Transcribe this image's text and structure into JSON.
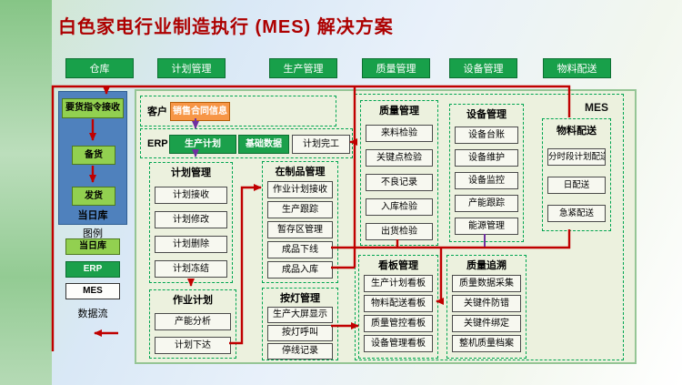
{
  "slide_title": "白色家电行业制造执行 (MES) 解决方案",
  "top_nav": [
    "仓库",
    "计划管理",
    "生产管理",
    "质量管理",
    "设备管理",
    "物料配送"
  ],
  "sidebar": {
    "steps": [
      "要货指令接收",
      "备货",
      "发货"
    ],
    "footer": "当日库"
  },
  "legend": {
    "title": "图例",
    "items": [
      "当日库",
      "ERP",
      "MES"
    ],
    "flow_label": "数据流"
  },
  "customer_lane": {
    "label": "客户",
    "box": "销售合同信息"
  },
  "erp_lane": {
    "label": "ERP",
    "boxes": [
      "生产计划",
      "基础数据",
      "计划完工"
    ]
  },
  "mes_region_label": "MES",
  "modules": {
    "plan": {
      "title": "计划管理",
      "items": [
        "计划接收",
        "计划修改",
        "计划删除",
        "计划冻结"
      ]
    },
    "job": {
      "title": "作业计划",
      "items": [
        "产能分析",
        "计划下达"
      ]
    },
    "wip": {
      "title": "在制品管理",
      "items": [
        "作业计划接收",
        "生产跟踪",
        "暂存区管理",
        "成品下线",
        "成品入库"
      ]
    },
    "andon": {
      "title": "按灯管理",
      "items": [
        "生产大屏显示",
        "按灯呼叫",
        "停线记录"
      ]
    },
    "quality": {
      "title": "质量管理",
      "items": [
        "来料检验",
        "关键点检验",
        "不良记录",
        "入库检验",
        "出货检验"
      ]
    },
    "kanban": {
      "title": "看板管理",
      "items": [
        "生产计划看板",
        "物料配送看板",
        "质量管控看板",
        "设备管理看板"
      ]
    },
    "equipment": {
      "title": "设备管理",
      "items": [
        "设备台账",
        "设备维护",
        "设备监控",
        "产能跟踪",
        "能源管理"
      ]
    },
    "trace": {
      "title": "质量追溯",
      "items": [
        "质量数据采集",
        "关键件防错",
        "关键件绑定",
        "整机质量档案"
      ]
    },
    "delivery": {
      "title": "物料配送",
      "items": [
        "分时段计划配送",
        "日配送",
        "急紧配送"
      ]
    }
  },
  "colors": {
    "title_red": "#ad0000",
    "flow_red": "#c00000",
    "flow_purple": "#7030a0",
    "nav_green": "#18a04a",
    "light_green": "#92d050",
    "orange": "#f79646",
    "sidebar_blue": "#4f81bd",
    "panel_bg": "#ecf1de",
    "dashed_green": "#00a550"
  }
}
